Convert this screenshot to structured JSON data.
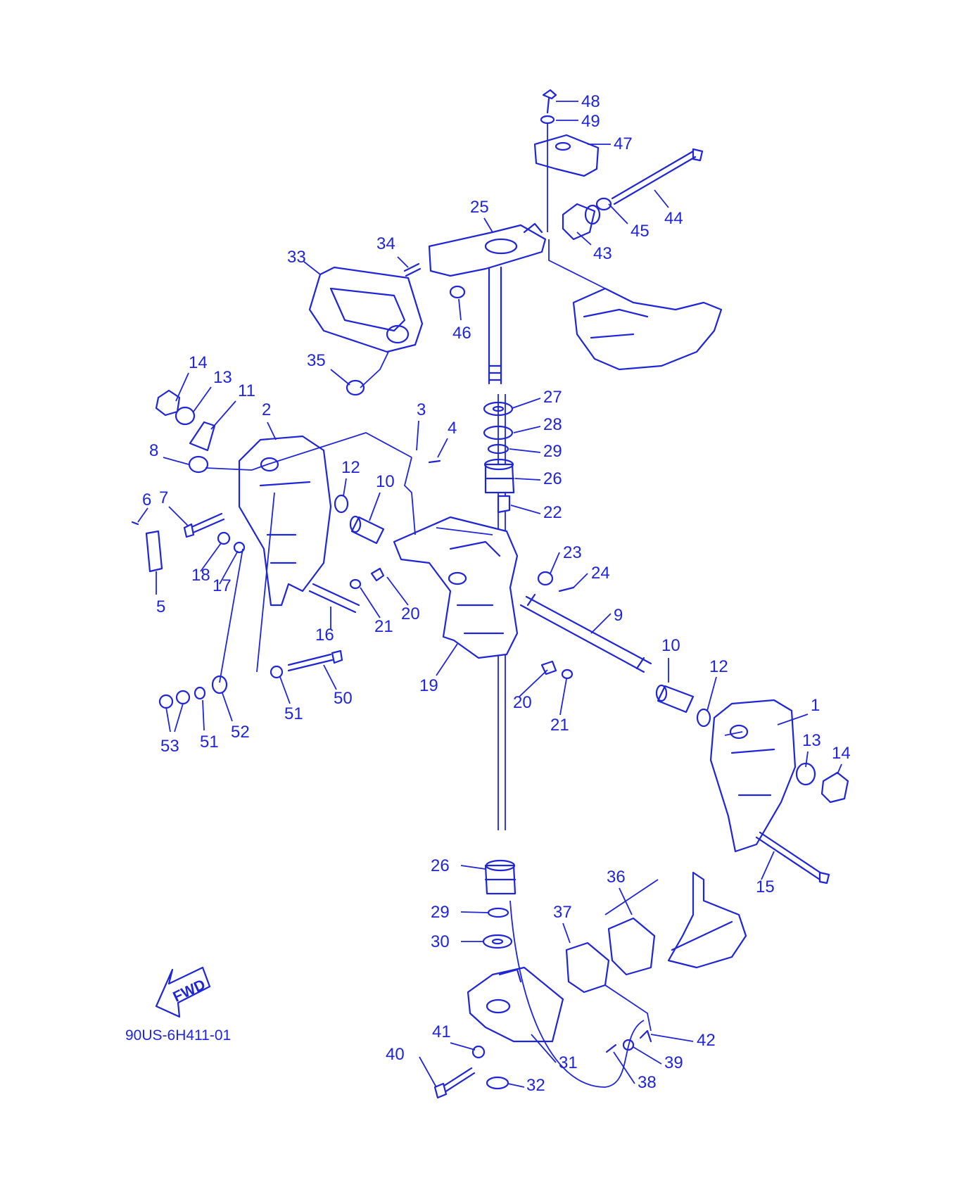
{
  "diagram_code": "90US-6H411-01",
  "fwd_label": "FWD",
  "colors": {
    "line": "#1f25d8",
    "background": "#ffffff"
  },
  "callouts": {
    "c1": "1",
    "c2": "2",
    "c3": "3",
    "c4": "4",
    "c5": "5",
    "c6": "6",
    "c7": "7",
    "c8": "8",
    "c9": "9",
    "c10a": "10",
    "c10b": "10",
    "c11": "11",
    "c12a": "12",
    "c12b": "12",
    "c13a": "13",
    "c13b": "13",
    "c14a": "14",
    "c14b": "14",
    "c15": "15",
    "c16": "16",
    "c17": "17",
    "c18": "18",
    "c19": "19",
    "c20a": "20",
    "c20b": "20",
    "c21a": "21",
    "c21b": "21",
    "c22": "22",
    "c23": "23",
    "c24": "24",
    "c25": "25",
    "c26a": "26",
    "c26b": "26",
    "c27": "27",
    "c28": "28",
    "c29a": "29",
    "c29b": "29",
    "c30": "30",
    "c31": "31",
    "c32": "32",
    "c33": "33",
    "c34": "34",
    "c35": "35",
    "c36": "36",
    "c37": "37",
    "c38": "38",
    "c39": "39",
    "c40": "40",
    "c41": "41",
    "c42": "42",
    "c43": "43",
    "c44": "44",
    "c45": "45",
    "c46": "46",
    "c47": "47",
    "c48": "48",
    "c49": "49",
    "c50": "50",
    "c51a": "51",
    "c51b": "51",
    "c52": "52",
    "c53": "53"
  }
}
